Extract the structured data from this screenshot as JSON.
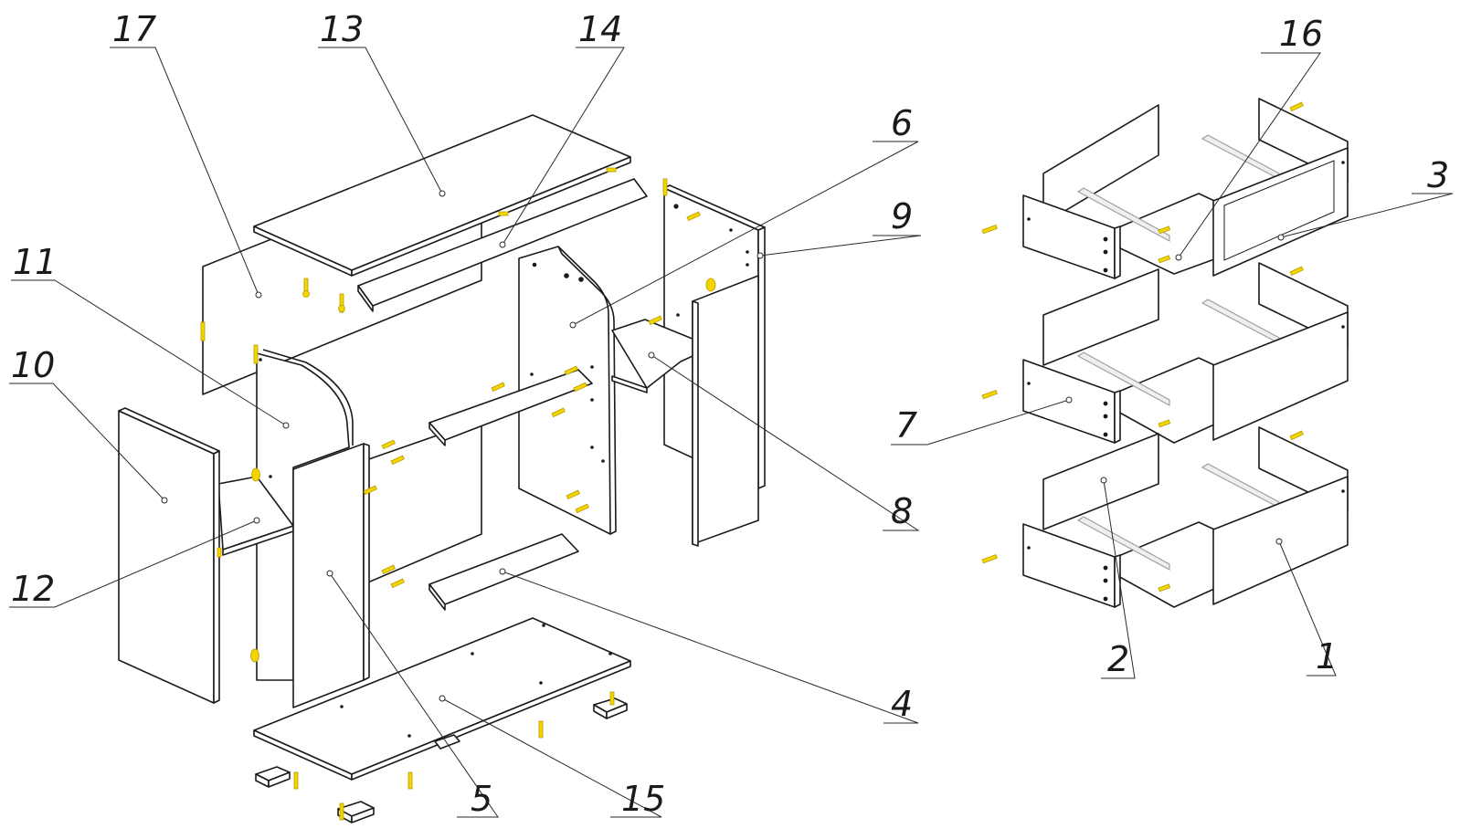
{
  "diagram": {
    "callouts": [
      {
        "id": "c17",
        "label": "17"
      },
      {
        "id": "c13",
        "label": "13"
      },
      {
        "id": "c14",
        "label": "14"
      },
      {
        "id": "c6",
        "label": "6"
      },
      {
        "id": "c9",
        "label": "9"
      },
      {
        "id": "c11",
        "label": "11"
      },
      {
        "id": "c10",
        "label": "10"
      },
      {
        "id": "c12",
        "label": "12"
      },
      {
        "id": "c8",
        "label": "8"
      },
      {
        "id": "c4",
        "label": "4"
      },
      {
        "id": "c5",
        "label": "5"
      },
      {
        "id": "c15",
        "label": "15"
      },
      {
        "id": "c16",
        "label": "16"
      },
      {
        "id": "c3",
        "label": "3"
      },
      {
        "id": "c7",
        "label": "7"
      },
      {
        "id": "c2",
        "label": "2"
      },
      {
        "id": "c1",
        "label": "1"
      }
    ],
    "colors": {
      "line": "#1a1a1a",
      "panel": "#ffffff",
      "fastener": "#f3d500",
      "rail": "#efefef"
    }
  }
}
